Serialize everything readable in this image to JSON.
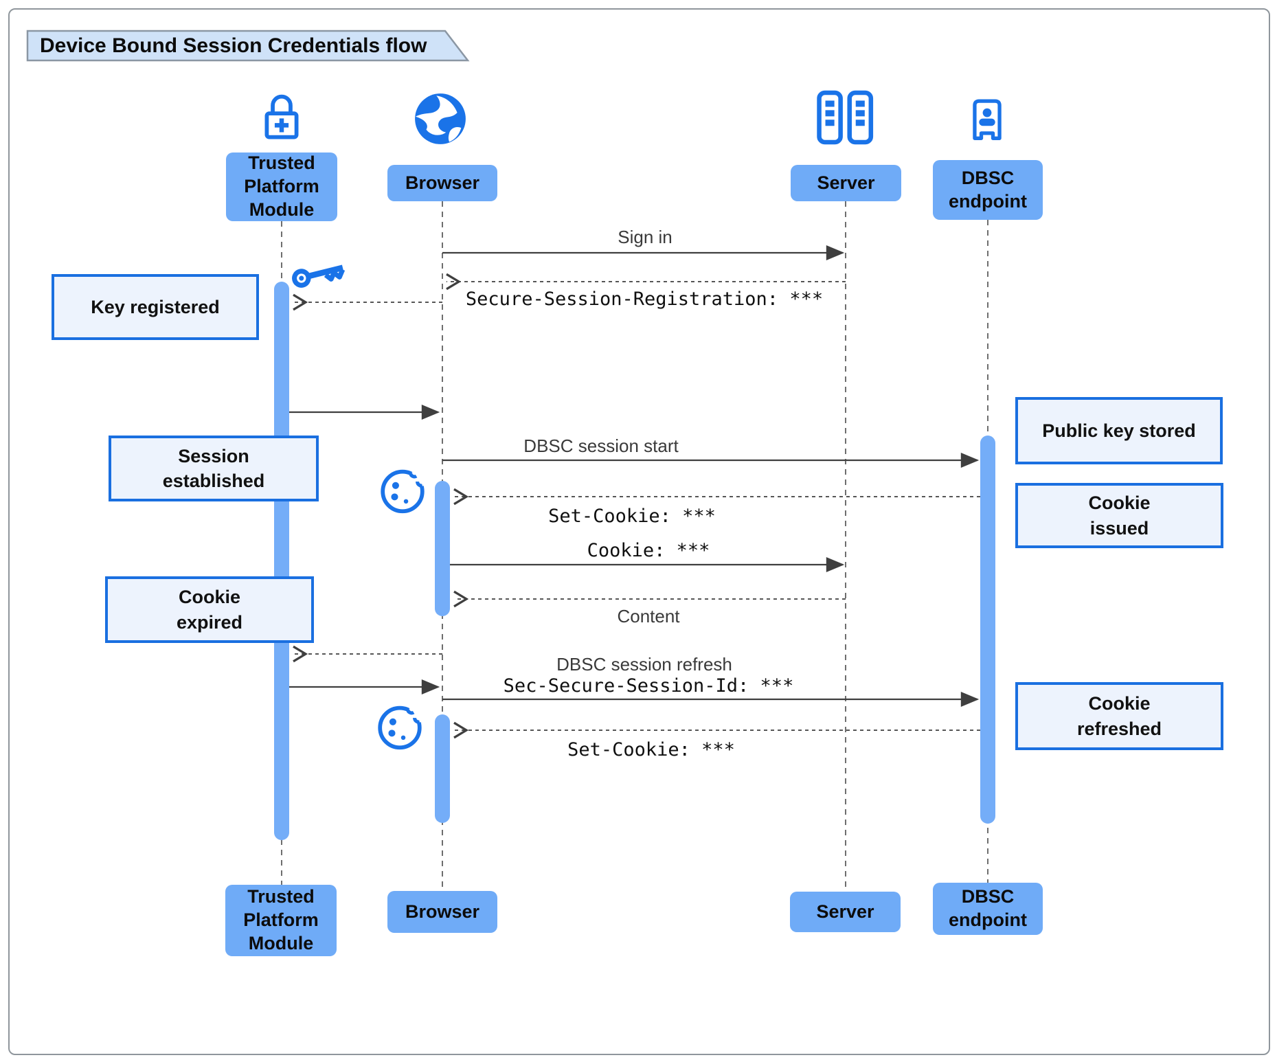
{
  "title": "Device Bound Session Credentials flow",
  "actors": {
    "tpm": {
      "label": "Trusted Platform Module",
      "icon": "lock-plus-icon"
    },
    "browser": {
      "label": "Browser",
      "icon": "globe-icon"
    },
    "server": {
      "label": "Server",
      "icon": "server-racks-icon"
    },
    "dbsc": {
      "label": "DBSC endpoint",
      "icon": "badge-person-icon"
    }
  },
  "messages": {
    "sign_in": "Sign in",
    "secure_session_registration": "Secure-Session-Registration: ***",
    "dbsc_session_start": "DBSC session start",
    "set_cookie_1": "Set-Cookie: ***",
    "cookie": "Cookie: ***",
    "content": "Content",
    "dbsc_session_refresh": "DBSC session refresh",
    "sec_secure_session_id": "Sec-Secure-Session-Id: ***",
    "set_cookie_2": "Set-Cookie: ***"
  },
  "notes": {
    "key_registered": "Key registered",
    "session_established": "Session established",
    "cookie_expired": "Cookie expired",
    "public_key_stored": "Public key stored",
    "cookie_issued": "Cookie issued",
    "cookie_refreshed": "Cookie refreshed"
  },
  "decorations": {
    "key_icon": "key",
    "cookie_icon_1": "cookie",
    "cookie_icon_2": "cookie"
  },
  "colors": {
    "accent": "#1a73e8",
    "actor_fill": "#6fabf7",
    "bar_fill": "#74adf8",
    "note_fill": "#edf3fd",
    "note_border": "#1a6fe0",
    "title_fill": "#cfe2f8",
    "line": "#3f3f3f",
    "text": "#111111",
    "msg": "#3a3a3a"
  }
}
